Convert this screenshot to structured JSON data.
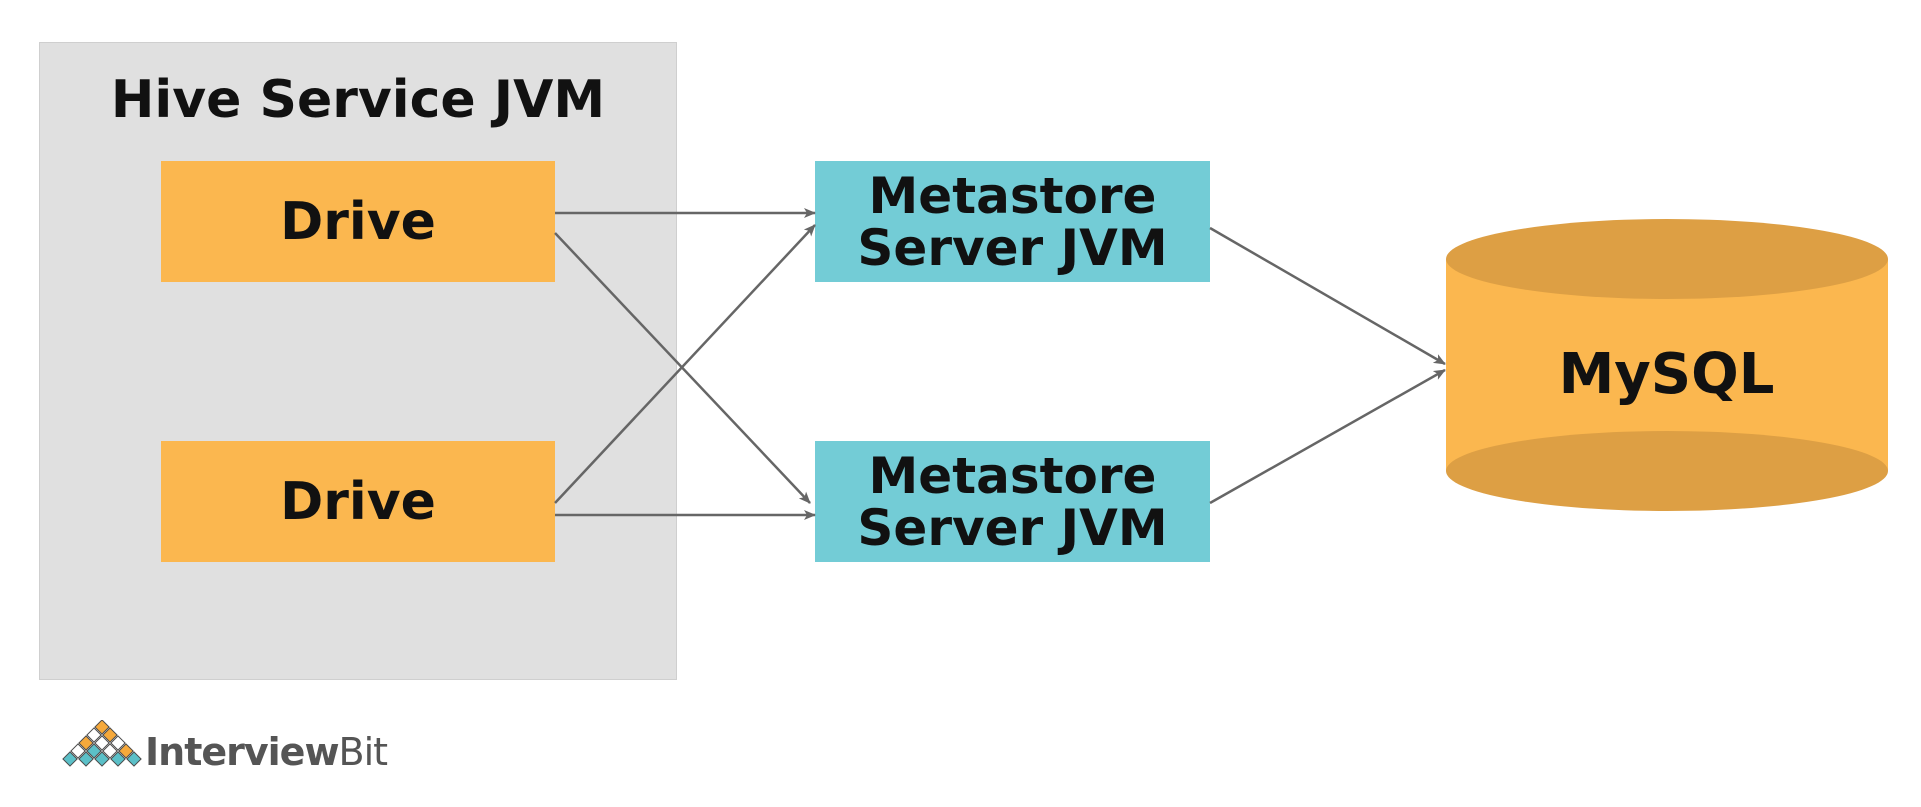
{
  "group": {
    "title": "Hive Service JVM"
  },
  "drivers": [
    {
      "label": "Drive"
    },
    {
      "label": "Drive"
    }
  ],
  "metastores": [
    {
      "line1": "Metastore",
      "line2": "Server JVM"
    },
    {
      "line1": "Metastore",
      "line2": "Server JVM"
    }
  ],
  "database": {
    "label": "MySQL"
  },
  "logo": {
    "text_main": "Interview",
    "text_accent": "Bit"
  },
  "colors": {
    "group_bg": "#e0e0e0",
    "driver": "#fbb74f",
    "metastore": "#73ccd6",
    "db_body": "#fbb74f",
    "db_cap": "#dd9f44",
    "arrow": "#666666"
  }
}
